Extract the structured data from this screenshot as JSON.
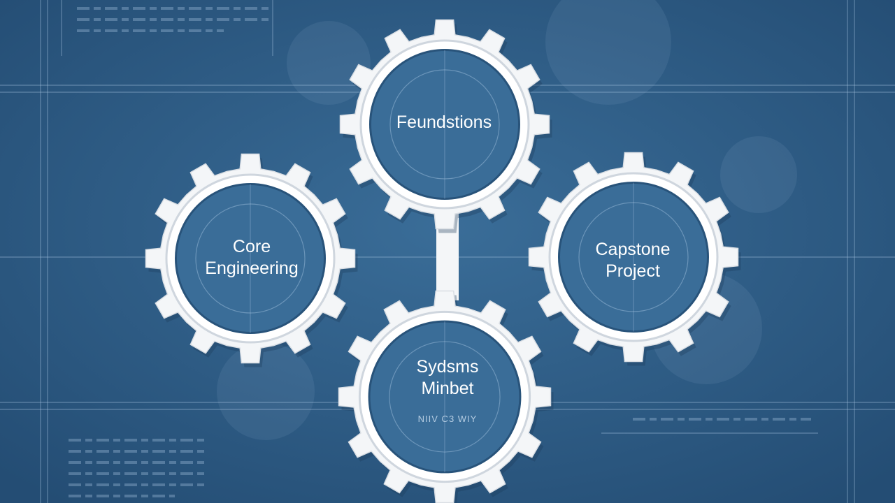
{
  "colors": {
    "background": "#2f5f8a",
    "gear_fill": "#f4f6f8",
    "inner_circle": "#3a6d98",
    "line_art": "#a9c6e3"
  },
  "gears": [
    {
      "name": "gear-foundations",
      "lines": [
        "Feundstions"
      ],
      "icon": "gear-icon"
    },
    {
      "name": "gear-core-engineering",
      "lines": [
        "Core",
        "Engineering"
      ],
      "icon": "gear-icon"
    },
    {
      "name": "gear-capstone-project",
      "lines": [
        "Capstone",
        "Project"
      ],
      "icon": "gear-icon"
    },
    {
      "name": "gear-systems-mindset",
      "lines": [
        "Sydsms",
        "Minbet"
      ],
      "caption": "NIIV C3 WIY",
      "icon": "gear-icon"
    }
  ]
}
